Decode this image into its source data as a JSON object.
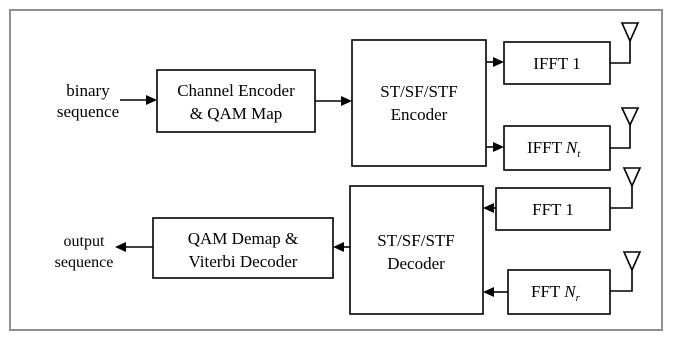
{
  "diagram": {
    "input": {
      "line1": "binary",
      "line2": "sequence"
    },
    "output": {
      "line1": "output",
      "line2": "sequence"
    },
    "channel_encoder": {
      "line1": "Channel Encoder",
      "line2": "& QAM Map"
    },
    "st_encoder": {
      "line1": "ST/SF/STF",
      "line2": "Encoder"
    },
    "ifft_1": {
      "label": "IFFT 1"
    },
    "ifft_nt": {
      "label": "IFFT ",
      "sym": "N",
      "sub": "t"
    },
    "fft_1": {
      "label": "FFT 1"
    },
    "fft_nr": {
      "label": "FFT ",
      "sym": "N",
      "sub": "r"
    },
    "st_decoder": {
      "line1": "ST/SF/STF",
      "line2": "Decoder"
    },
    "qam_demap": {
      "line1": "QAM Demap &",
      "line2": "Viterbi Decoder"
    }
  }
}
